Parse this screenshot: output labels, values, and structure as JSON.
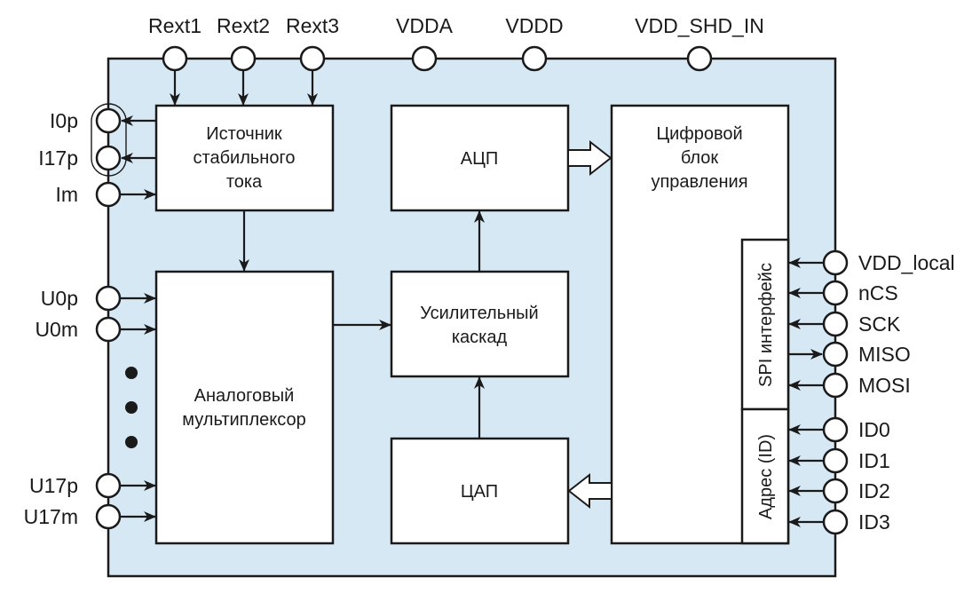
{
  "diagram": {
    "title": "",
    "colors": {
      "chip_fill": "#d7e8f5",
      "block_fill": "#ffffff",
      "line": "#1a1a1a"
    },
    "top_pins": [
      "Rext1",
      "Rext2",
      "Rext3",
      "VDDA",
      "VDDD",
      "VDD_SHD_IN"
    ],
    "left_pins_current": [
      "I0p",
      "I17p",
      "Im"
    ],
    "left_pins_voltage": [
      "U0p",
      "U0m",
      "U17p",
      "U17m"
    ],
    "right_pins_spi": [
      "VDD_local",
      "nCS",
      "SCK",
      "MISO",
      "MOSI"
    ],
    "right_pins_id": [
      "ID0",
      "ID1",
      "ID2",
      "ID3"
    ],
    "blocks": {
      "current_source": [
        "Источник",
        "стабильного",
        "тока"
      ],
      "adc": [
        "АЦП"
      ],
      "digital": [
        "Цифровой",
        "блок",
        "управления"
      ],
      "amplifier": [
        "Усилительный",
        "каскад"
      ],
      "mux": [
        "Аналоговый",
        "мультиплексор"
      ],
      "dac": [
        "ЦАП"
      ],
      "spi": "SPI интерфейс",
      "address": "Адрес (ID)"
    },
    "ellipsis_dots": 3
  }
}
